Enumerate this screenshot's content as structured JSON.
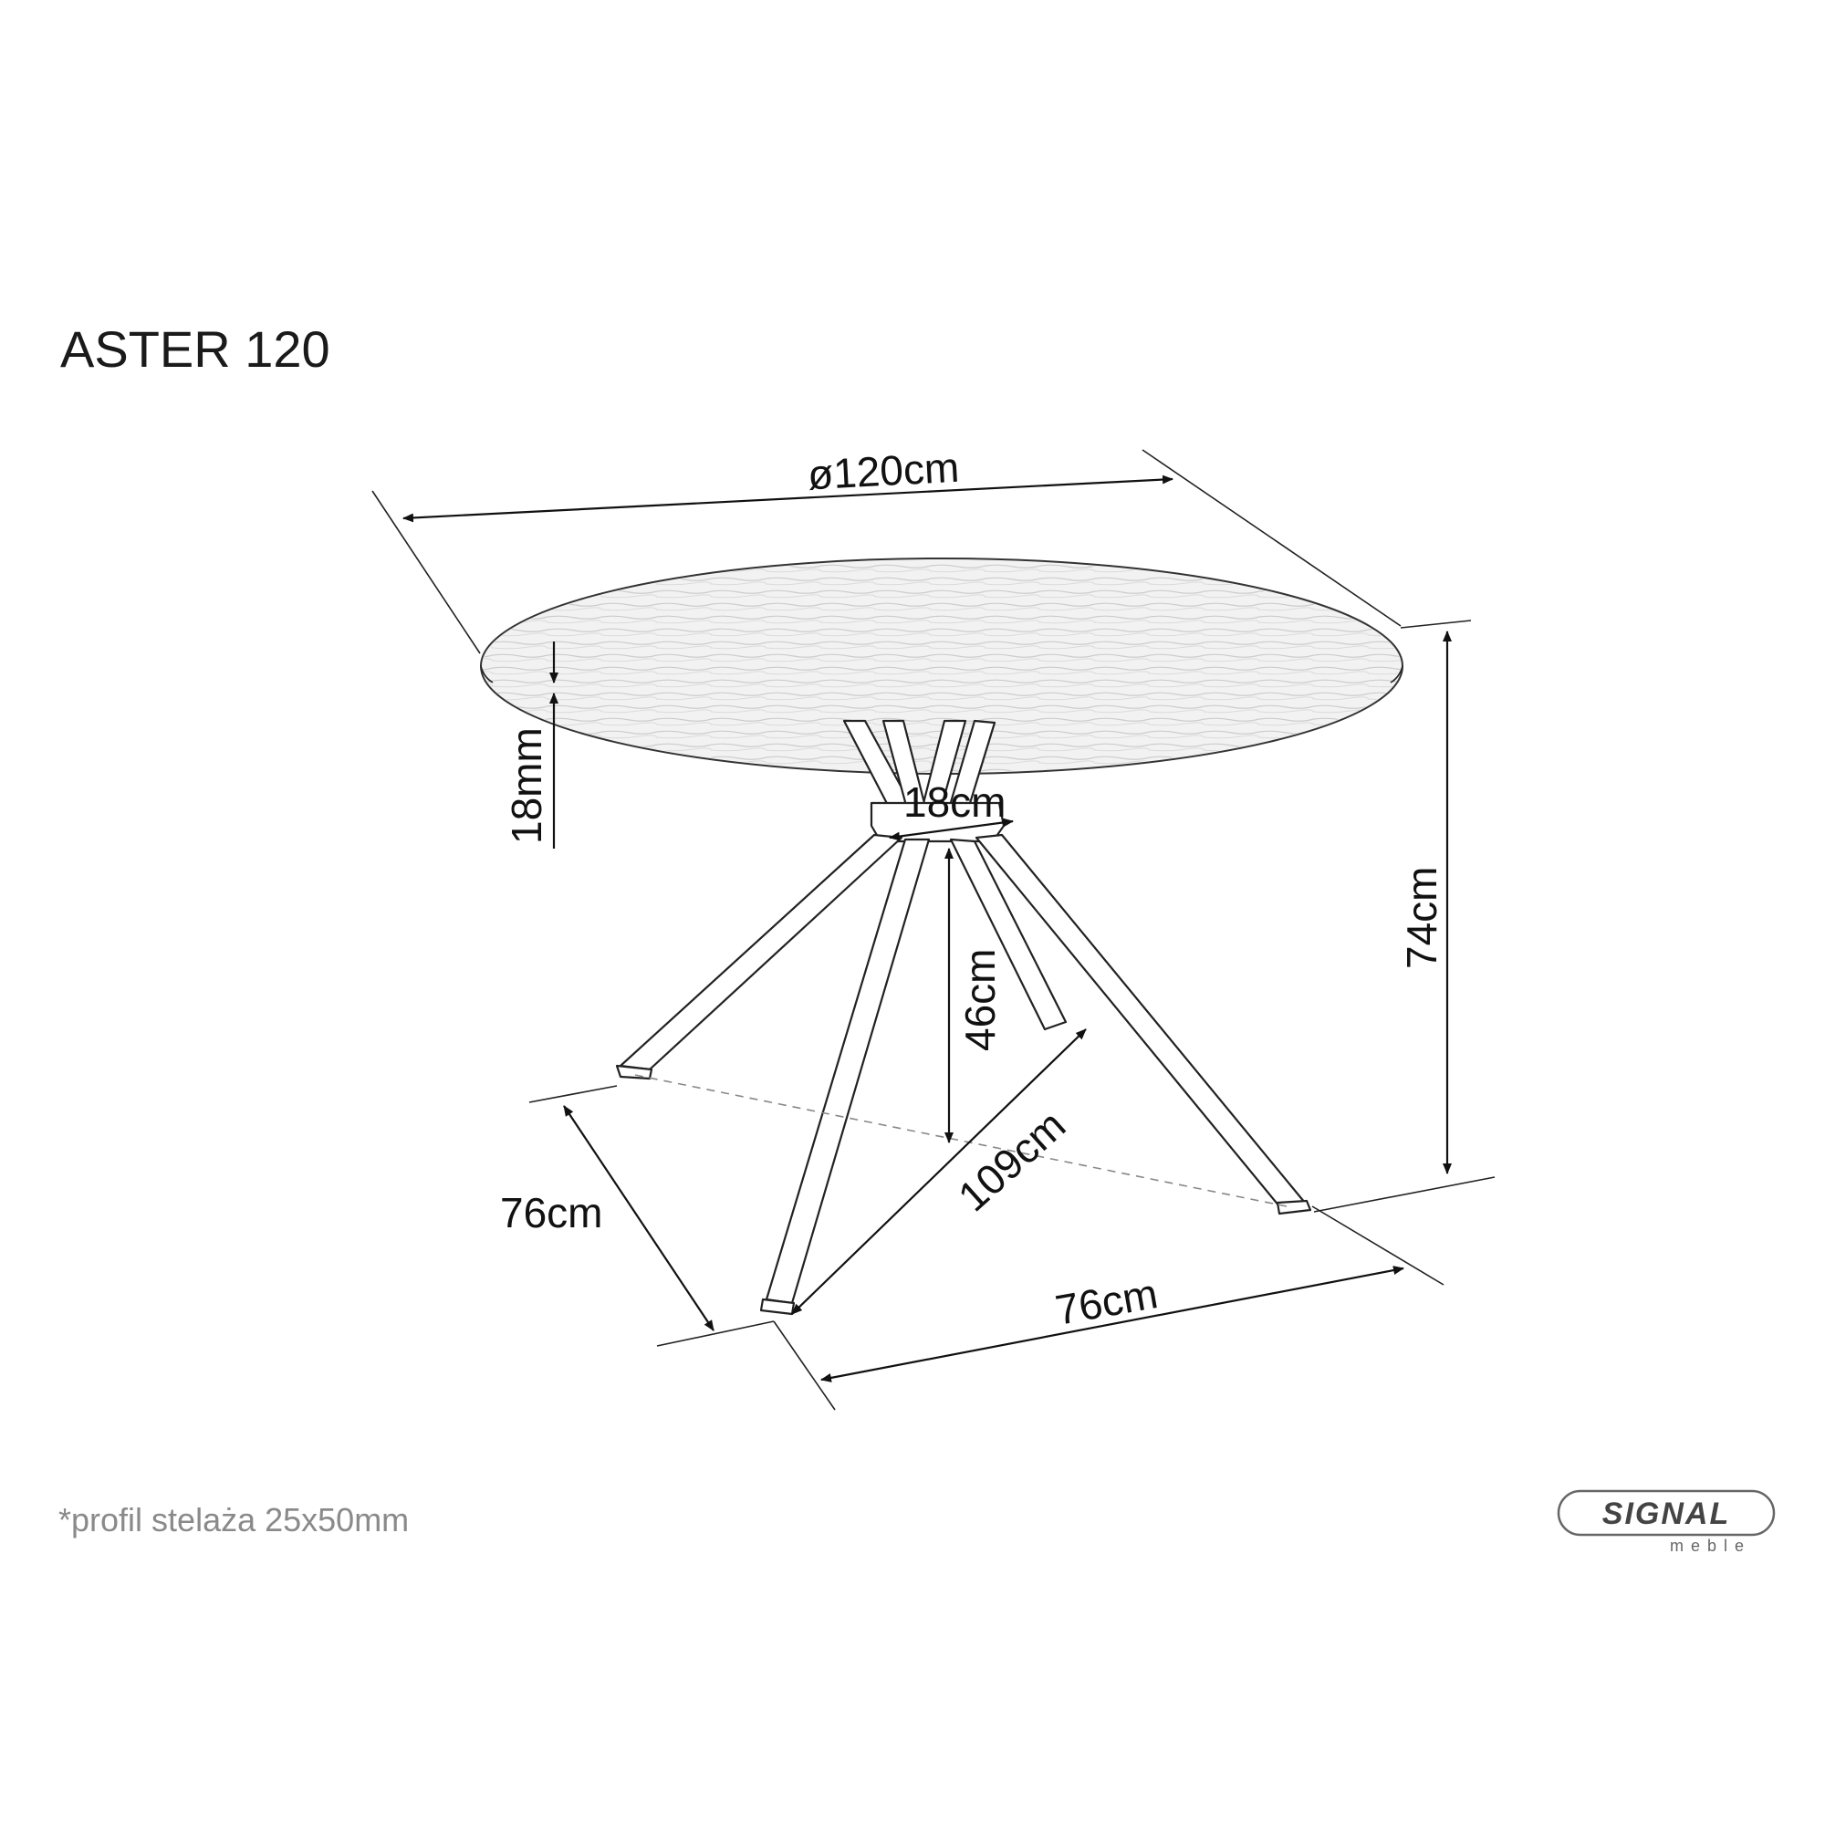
{
  "title": "ASTER 120",
  "dimensions": {
    "diameter": "ø120cm",
    "top_thickness": "18mm",
    "column_width": "18cm",
    "height": "74cm",
    "base_height": "46cm",
    "base_diagonal": "109cm",
    "base_depth": "76cm",
    "base_width": "76cm"
  },
  "note": "*profil stelaża 25x50mm",
  "logo": {
    "brand": "SIGNAL",
    "sub": "meble"
  }
}
